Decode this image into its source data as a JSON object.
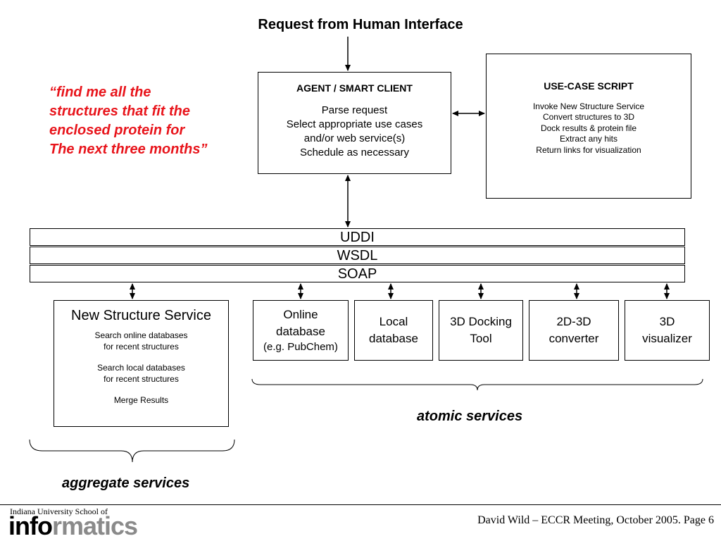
{
  "header": {
    "title": "Request from Human Interface"
  },
  "quote": {
    "lines": [
      "“find me all the",
      "structures that fit the",
      "enclosed protein for",
      "The next three months”"
    ]
  },
  "agent": {
    "title": "AGENT / SMART CLIENT",
    "lines": [
      "Parse request",
      "Select appropriate use cases",
      "and/or web service(s)",
      "Schedule as necessary"
    ]
  },
  "use_case": {
    "title": "USE-CASE SCRIPT",
    "lines": [
      "Invoke New Structure Service",
      "Convert structures to 3D",
      "Dock results & protein file",
      "Extract any hits",
      "Return links for visualization"
    ]
  },
  "protocol_stack": [
    "UDDI",
    "WSDL",
    "SOAP"
  ],
  "new_structure_service": {
    "title": "New Structure Service",
    "lines": [
      "Search online databases",
      "for recent structures",
      "Search local databases",
      "for recent structures",
      "Merge Results"
    ]
  },
  "atomic": {
    "online": {
      "line1": "Online",
      "line2": "database",
      "line3": "(e.g. PubChem)"
    },
    "local": {
      "line1": "Local",
      "line2": "database"
    },
    "docking": {
      "line1": "3D Docking",
      "line2": "Tool"
    },
    "converter": {
      "line1": "2D-3D",
      "line2": "converter"
    },
    "visualizer": {
      "line1": "3D",
      "line2": "visualizer"
    }
  },
  "labels": {
    "atomic": "atomic services",
    "aggregate": "aggregate services"
  },
  "footer": {
    "org": "Indiana University School of",
    "logo_dark": "info",
    "logo_light": "rmatics",
    "citation": "David Wild – ECCR Meeting, October 2005.  Page 6"
  },
  "colors": {
    "quote": "#e8141b",
    "logo_light": "#8a8a8a"
  }
}
